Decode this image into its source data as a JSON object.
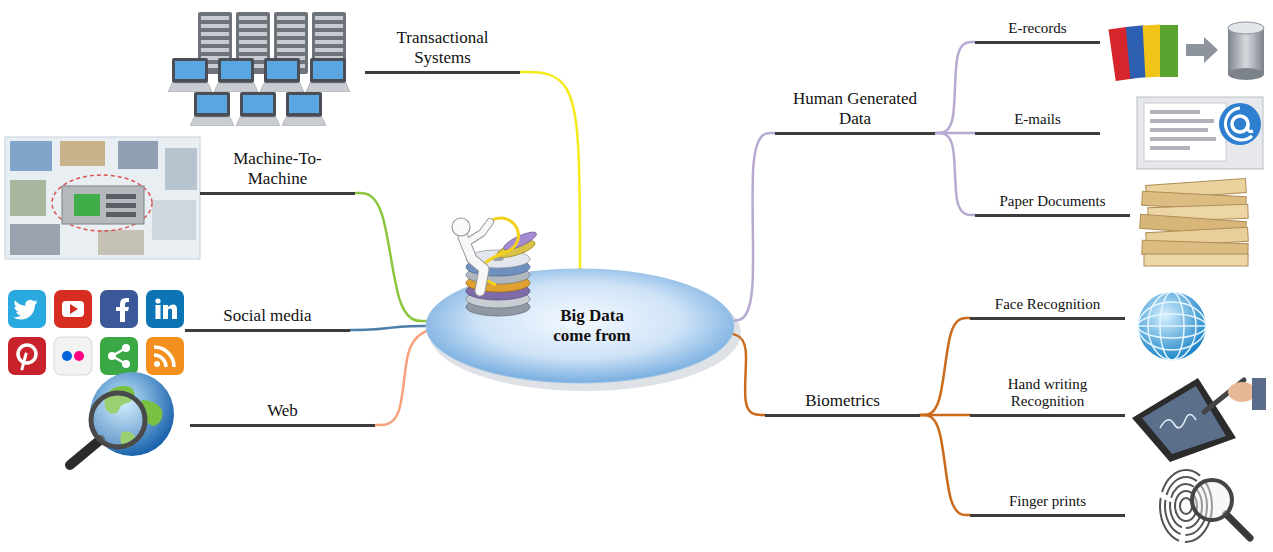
{
  "diagram": {
    "nodes": [
      {
        "text": [
          "Transactional Systems"
        ]
      },
      {
        "text": [
          "Machine-To-Machine"
        ]
      },
      {
        "text": [
          "Social media"
        ]
      },
      {
        "text": [
          "Web"
        ]
      },
      {
        "text": [
          "Big Data come from"
        ]
      },
      {
        "text": [
          "Human Generated Data"
        ]
      },
      {
        "text": [
          "E-records"
        ]
      },
      {
        "text": [
          "E-mails"
        ]
      },
      {
        "text": [
          "Paper Documents"
        ]
      },
      {
        "text": [
          "Biometrics"
        ]
      },
      {
        "text": [
          "Face Recognition"
        ]
      },
      {
        "text": [
          "Hand writing Recognition"
        ]
      },
      {
        "text": [
          "Finger prints"
        ]
      }
    ],
    "edges": [
      {
        "from": 4,
        "to": 0,
        "arrow": "none"
      },
      {
        "from": 4,
        "to": 1,
        "arrow": "none"
      },
      {
        "from": 4,
        "to": 2,
        "arrow": "none"
      },
      {
        "from": 4,
        "to": 3,
        "arrow": "none"
      },
      {
        "from": 4,
        "to": 5,
        "arrow": "none"
      },
      {
        "from": 4,
        "to": 9,
        "arrow": "none"
      },
      {
        "from": 5,
        "to": 6,
        "arrow": "none"
      },
      {
        "from": 5,
        "to": 7,
        "arrow": "none"
      },
      {
        "from": 5,
        "to": 8,
        "arrow": "none"
      },
      {
        "from": 9,
        "to": 10,
        "arrow": "none"
      },
      {
        "from": 9,
        "to": 11,
        "arrow": "none"
      },
      {
        "from": 9,
        "to": 12,
        "arrow": "none"
      }
    ]
  }
}
